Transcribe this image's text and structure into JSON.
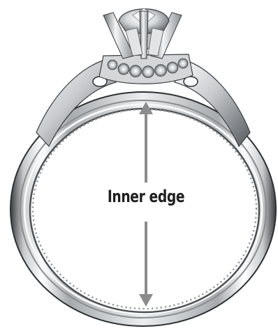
{
  "diagram": {
    "label": "Inner edge"
  },
  "colors": {
    "label_text": "#1f1f1f",
    "arrow": "#8c8c8c",
    "dots": "#9a9a9a",
    "metal_light": "#fbfbfb",
    "metal_mid": "#d6d8da",
    "metal_dark": "#6a6e72",
    "metal_edge": "#2b2e31"
  },
  "icons": {
    "ring": "solitaire-ring-image",
    "measure": "double-headed-arrow"
  }
}
